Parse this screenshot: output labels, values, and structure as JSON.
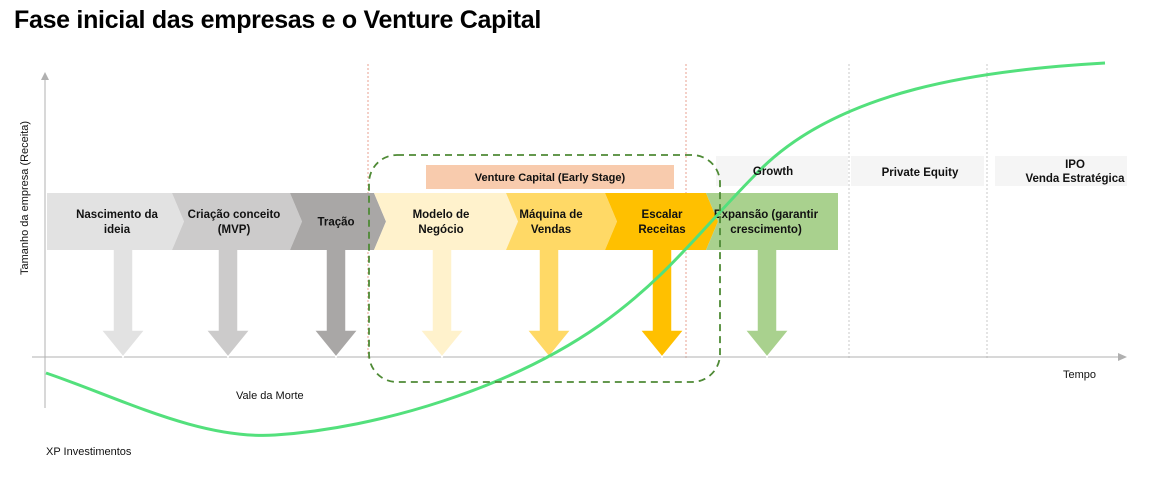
{
  "title": "Fase inicial das empresas e o Venture Capital",
  "axes": {
    "y_label": "Tamanho da empresa (Receita)",
    "x_label": "Tempo"
  },
  "valley_label": "Vale da Morte",
  "source": "XP Investimentos",
  "venture_capital_label": "Venture Capital (Early Stage)",
  "later_stages": [
    {
      "label": "Growth"
    },
    {
      "label": "Private Equity"
    },
    {
      "label": "IPO\nVenda  Estratégica"
    }
  ],
  "stages": [
    {
      "label": "Nascimento da\nideia",
      "color": "#e2e2e2"
    },
    {
      "label": "Criação conceito\n(MVP)",
      "color": "#cccbcb"
    },
    {
      "label": "Tração",
      "color": "#a9a7a6"
    },
    {
      "label": "Modelo de\nNegócio",
      "color": "#fff2cc"
    },
    {
      "label": "Máquina de\nVendas",
      "color": "#ffd966"
    },
    {
      "label": "Escalar\nReceitas",
      "color": "#ffc000"
    },
    {
      "label": "Expansão (garantir\ncrescimento)",
      "color": "#a9d18e"
    }
  ],
  "colors": {
    "curve": "#53e07c",
    "vc_box": "#f8cbad",
    "dashed_highlight": "#4e8a35",
    "stage_divider": "#e8a090",
    "later_divider": "#c8c8c8",
    "later_bg": "#f5f5f5"
  }
}
